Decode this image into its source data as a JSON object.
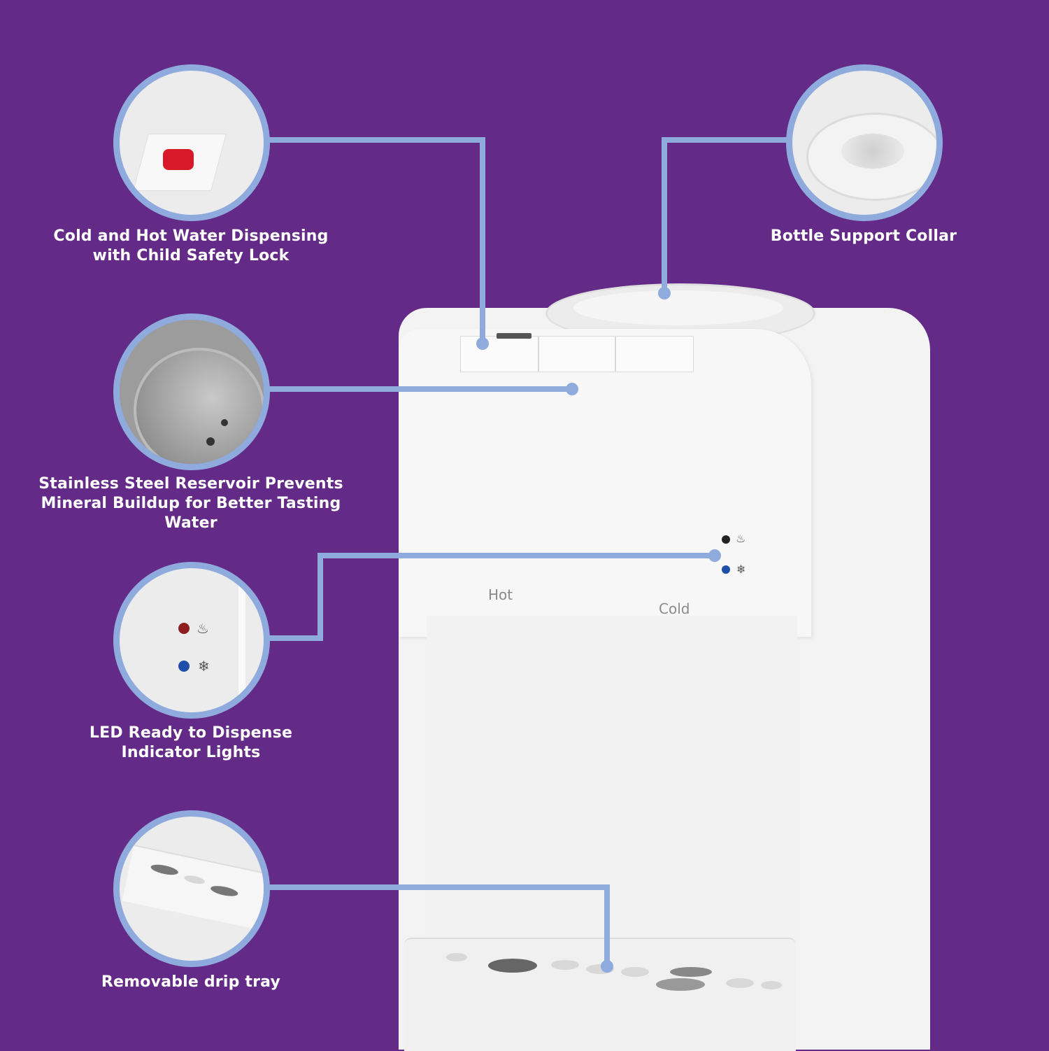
{
  "colors": {
    "background": "#632b87",
    "accent": "#8faadc",
    "text": "#ffffff",
    "hot_led": "#b31b1b",
    "cold_led": "#1f4fa8"
  },
  "features": [
    {
      "id": "safety-lock",
      "title_line1": "Cold and Hot Water Dispensing",
      "title_line2": "with Child Safety Lock",
      "icon": "red-safety-button"
    },
    {
      "id": "reservoir",
      "title_line1": "Stainless Steel Reservoir Prevents",
      "title_line2": "Mineral Buildup for Better Tasting Water",
      "icon": "steel-reservoir"
    },
    {
      "id": "led",
      "title_line1": "LED Ready to Dispense",
      "title_line2": "Indicator Lights",
      "icon": "led-lights"
    },
    {
      "id": "drip-tray",
      "title_line1": "Removable drip tray",
      "icon": "drip-tray"
    },
    {
      "id": "collar",
      "title_line1": "Bottle Support Collar",
      "icon": "bottle-collar"
    }
  ],
  "dispenser": {
    "hot_label": "Hot",
    "cold_label": "Cold",
    "hot_icon": "♨",
    "cold_icon": "❄"
  }
}
